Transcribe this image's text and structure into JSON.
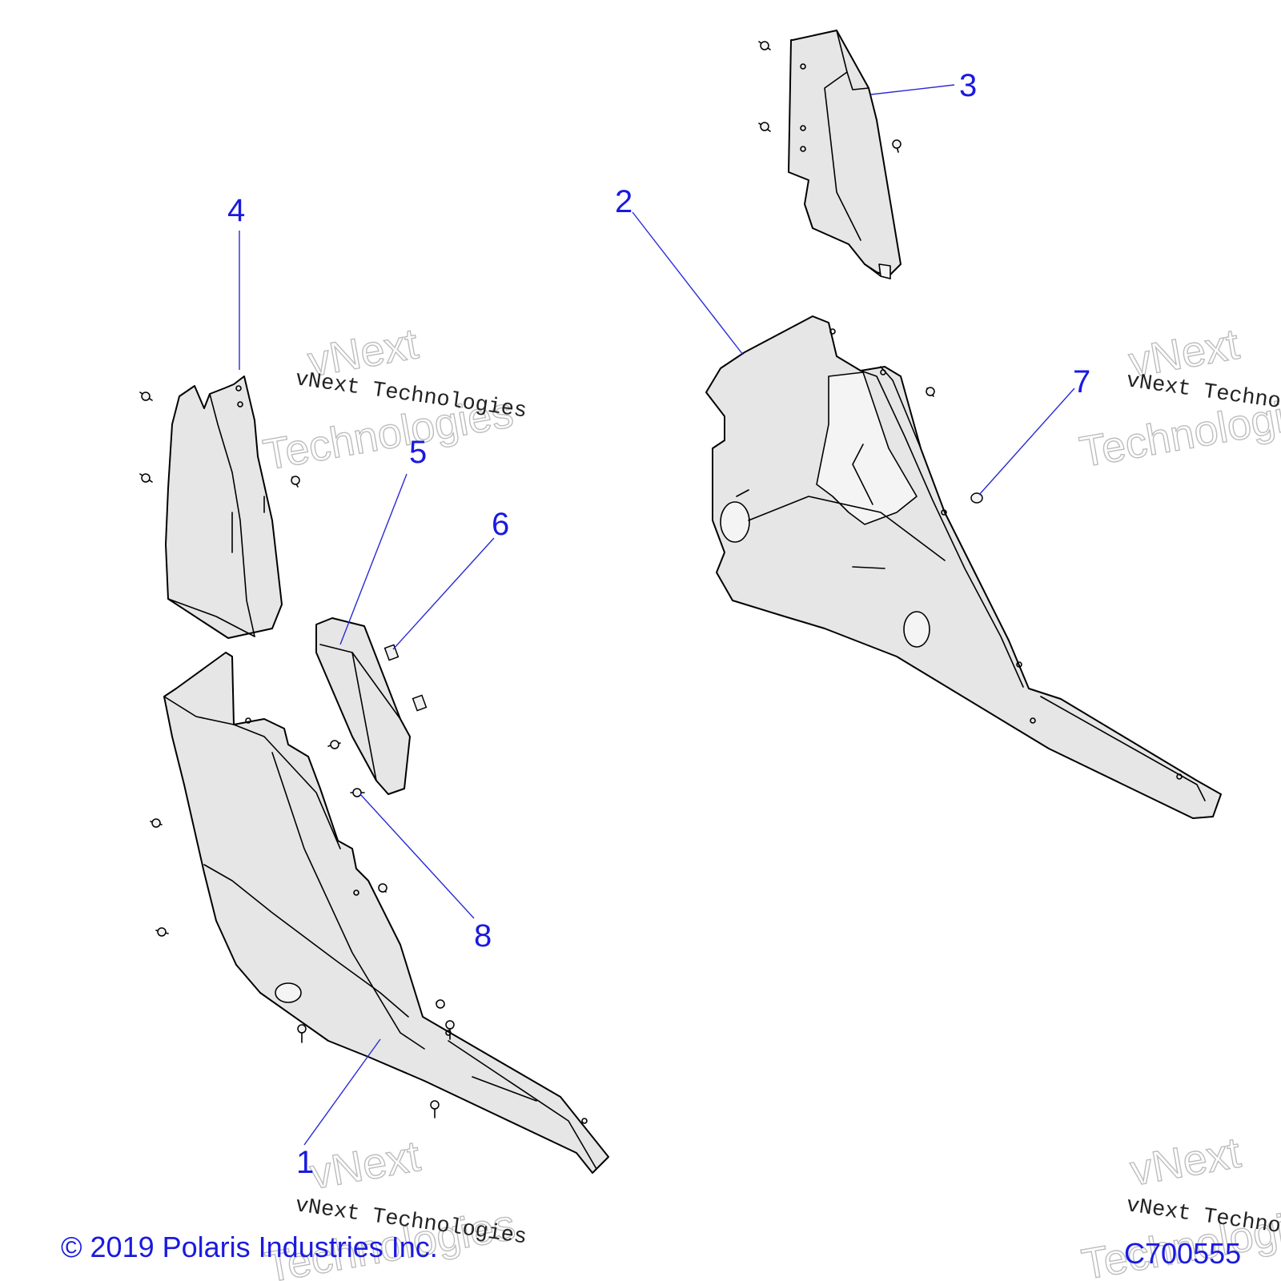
{
  "callouts": [
    {
      "label": "1"
    },
    {
      "label": "2"
    },
    {
      "label": "3"
    },
    {
      "label": "4"
    },
    {
      "label": "5"
    },
    {
      "label": "6"
    },
    {
      "label": "7"
    },
    {
      "label": "8"
    }
  ],
  "watermark": {
    "line": "vNext Technologies",
    "outline_top": "vNext",
    "outline_bottom": "Technologies"
  },
  "footer": {
    "copyright": "© 2019 Polaris Industries Inc.",
    "figure_id": "C700555"
  },
  "colors": {
    "callout": "#1a1ae0",
    "part_fill": "#e6e6e6"
  }
}
